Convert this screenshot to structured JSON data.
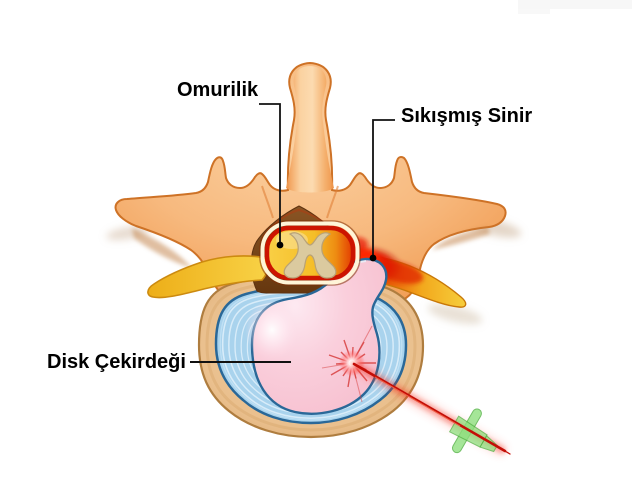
{
  "illustration": {
    "labels": {
      "spinal_cord": "Omurilik",
      "pinched_nerve": "Sıkışmış Sinir",
      "disc_nucleus": "Disk Çekirdeği"
    },
    "colors": {
      "background": "#FFFFFF",
      "label_color": "#000000",
      "bone": "#F5AC63",
      "bone_light": "#FBD3A2",
      "bone_outline": "#CE7226",
      "bone_shadow": "#C07E42",
      "canal_brown": "#7A451C",
      "cord_yellow": "#F6C93C",
      "cord_red_ring": "#CC1400",
      "cord_cream_rim": "#FFF5D8",
      "gray_matter": "#DBCA9F",
      "gray_matter_outline": "#B9A276",
      "nerve_yellow": "#F3C835",
      "nerve_outline": "#CC8A10",
      "inflamed_red": "#E81500",
      "annulus_blue": "#A9D3ED",
      "annulus_line": "#D8ECF9",
      "annulus_outline": "#2A6898",
      "nucleus_pink": "#F8C8D5",
      "nucleus_highlight": "#FDEBF2",
      "disc_ring_tan": "#EAC08E",
      "disc_ring_outline": "#AF7D3F",
      "laser_red": "#C40E06",
      "laser_glow": "#FF4830",
      "needle_green": "#8FE07F",
      "needle_green_dark": "#50B040",
      "leader_line": "#111111"
    }
  }
}
